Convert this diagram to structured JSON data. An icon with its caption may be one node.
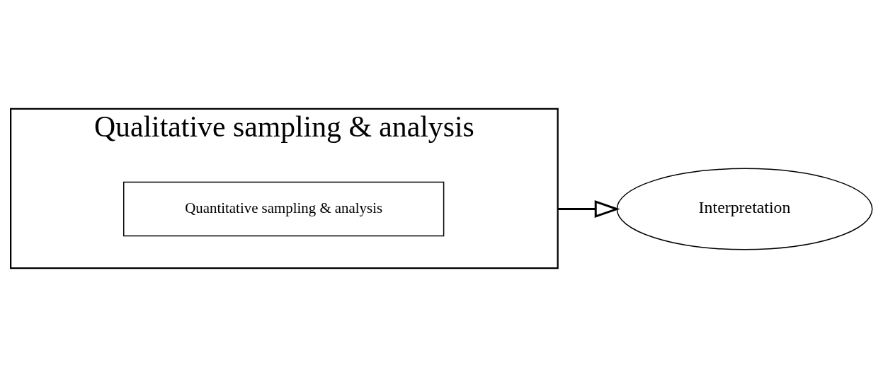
{
  "diagram": {
    "nodes": [
      {
        "text": [
          "Qualitative sampling & analysis"
        ]
      },
      {
        "text": [
          "Quantitative sampling & analysis"
        ],
        "in": 0
      },
      {
        "text": [
          "Interpretation"
        ]
      }
    ],
    "edges": [
      {
        "from": 0,
        "to": 2,
        "arrow": "to"
      }
    ]
  }
}
